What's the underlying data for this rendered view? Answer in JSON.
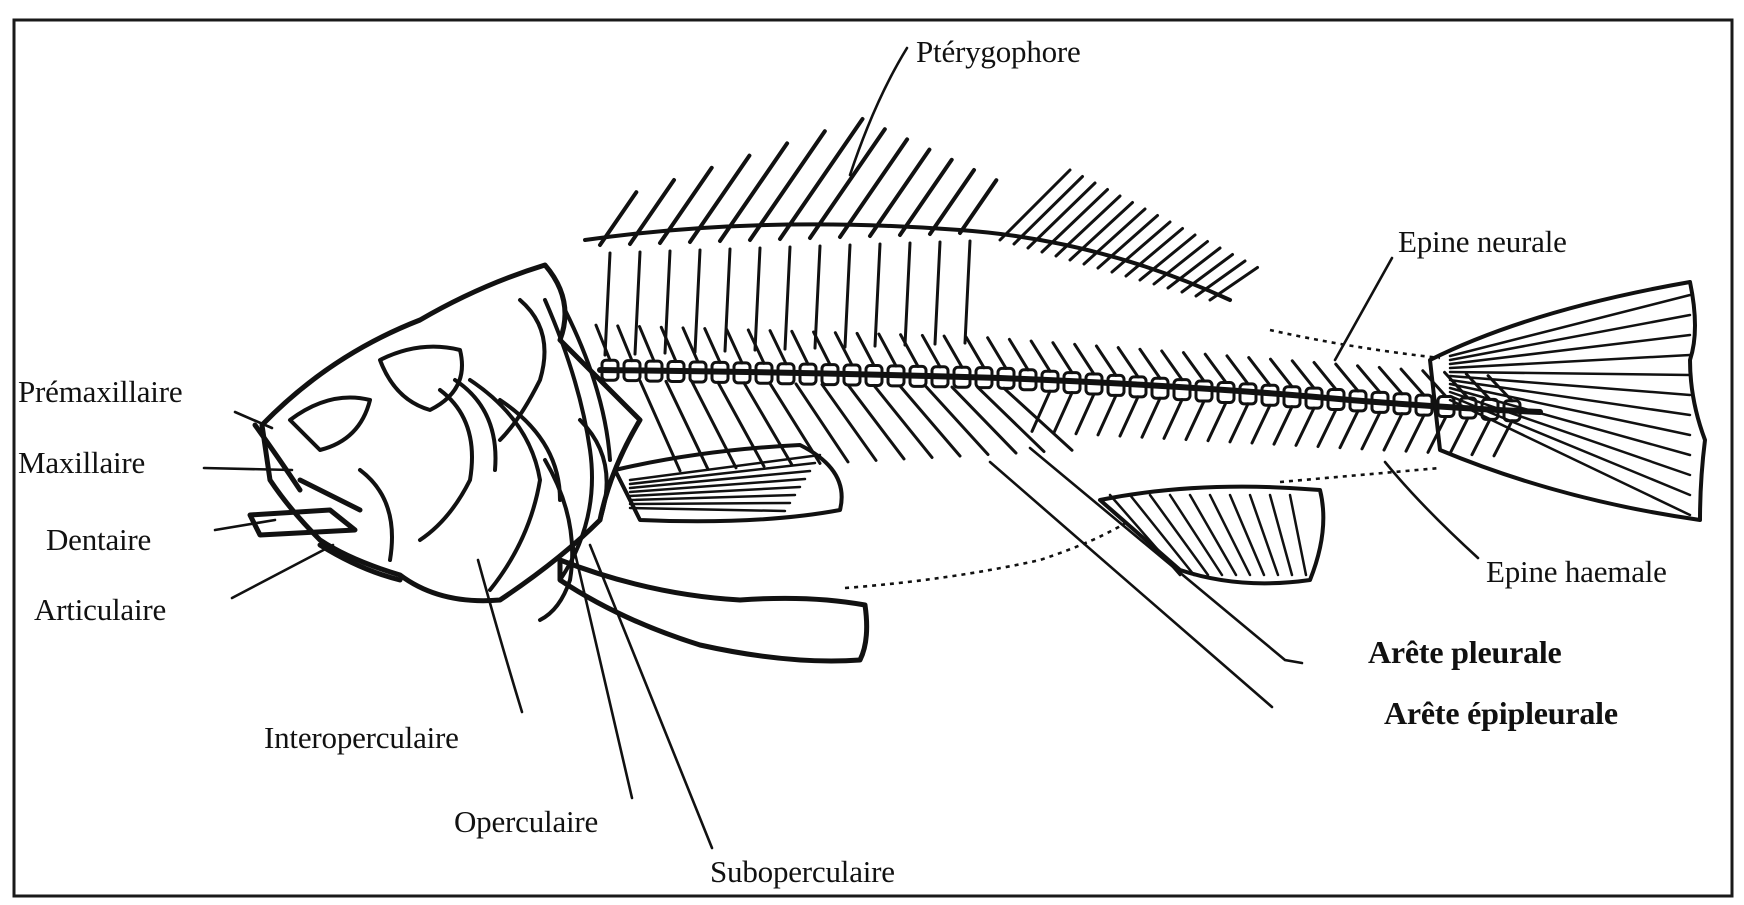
{
  "labels": {
    "pterygophore": "Ptérygophore",
    "epine_neurale": "Epine neurale",
    "premaxillaire": "Prémaxillaire",
    "maxillaire": "Maxillaire",
    "dentaire": "Dentaire",
    "articulaire": "Articulaire",
    "epine_haemale": "Epine haemale",
    "arete_pleurale": "Arête pleurale",
    "arete_epipleurale": "Arête épipleurale",
    "interoperculaire": "Interoperculaire",
    "operculaire": "Operculaire",
    "suboperculaire": "Suboperculaire"
  }
}
